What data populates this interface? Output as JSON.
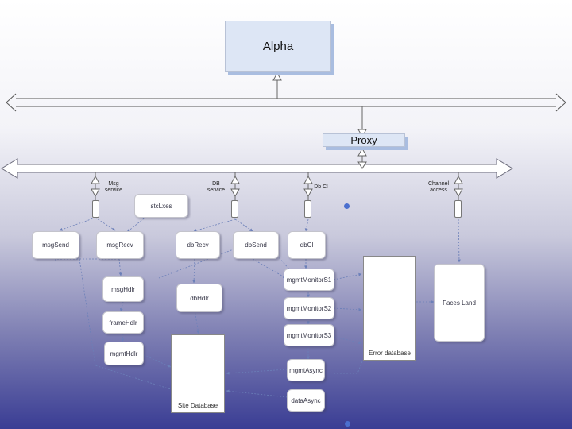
{
  "header": {
    "alpha": "Alpha",
    "proxy": "Proxy"
  },
  "services": {
    "msg": "Msg\nservice",
    "db": "DB\nservice",
    "dbcl": "Db Cl",
    "channel": "Channel\naccess"
  },
  "nodes": {
    "stcuxes": "stcLxes",
    "msgsend": "msgSend",
    "msgrecv": "msgRecv",
    "dbrecv": "dbRecv",
    "dbsend": "dbSend",
    "dbcl": "dbCl",
    "msghdlr": "msgHdlr",
    "dbhdlr": "dbHdlr",
    "framehdlr": "frameHdlr",
    "mgmthdlr": "mgmtHdlr",
    "mon1": "mgmtMonitorS1",
    "mon2": "mgmtMonitorS2",
    "mon3": "mgmtMonitorS3",
    "mgmtasync": "mgmtAsync",
    "dataasync": "dataAsync",
    "faces": "Faces Land",
    "errordb": "Error database",
    "sitedb": "Site Database"
  },
  "colors": {
    "accent": "#4b6fcf",
    "header_fill": "#dde6f5",
    "header_shadow": "#a9bde0"
  }
}
